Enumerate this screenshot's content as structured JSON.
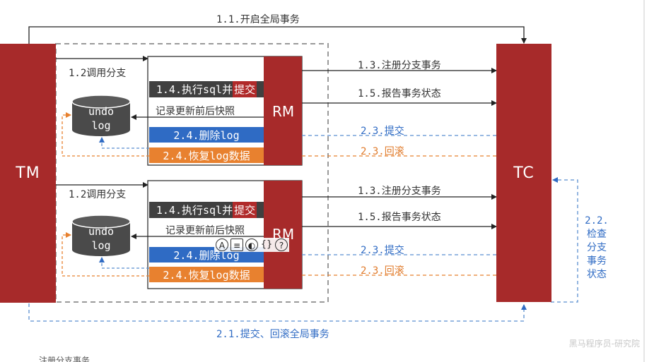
{
  "tm": {
    "label": "TM"
  },
  "tc": {
    "label": "TC"
  },
  "top_arrow": {
    "label": "1.1.开启全局事务"
  },
  "bottom_arrow": {
    "label": "2.1.提交、回滚全局事务"
  },
  "check_status": {
    "lines": [
      "2.2.",
      "检查",
      "分支",
      "事务",
      "状态"
    ]
  },
  "branches": [
    {
      "rm_label": "RM",
      "call_label": "1.2调用分支",
      "exec_prefix": "1.4.执行sql并",
      "exec_highlight": "提交",
      "snapshot_label": "记录更新前后快照",
      "delete_log": "2.4.删除log",
      "restore_log": "2.4.恢复log数据",
      "undo_line1": "undo",
      "undo_line2": "log",
      "register": "1.3.注册分支事务",
      "report": "1.5.报告事务状态",
      "commit": "2.3.提交",
      "rollback": "2.3.回滚"
    },
    {
      "rm_label": "RM",
      "call_label": "1.2调用分支",
      "exec_prefix": "1.4.执行sql并",
      "exec_highlight": "提交",
      "snapshot_label": "记录更新前后快照",
      "delete_log": "2.4.删除log",
      "restore_log": "2.4.恢复log数据",
      "undo_line1": "undo",
      "undo_line2": "log",
      "register": "1.3.注册分支事务",
      "report": "1.5.报告事务状态",
      "commit": "2.3.提交",
      "rollback": "2.3.回滚"
    }
  ],
  "toolbar": {
    "icons": [
      "translate-icon",
      "list-icon",
      "palette-icon",
      "braces-icon",
      "help-icon"
    ],
    "glyphs": [
      "A",
      "≡",
      "◐",
      "{}",
      "?"
    ]
  },
  "watermark": "黑马程序员-研究院",
  "bottom_cut_text": "注册分支事务",
  "colors": {
    "red": "#a72a2a",
    "dark": "#404040",
    "blue": "#2f6bc4",
    "orange": "#e8812f"
  }
}
